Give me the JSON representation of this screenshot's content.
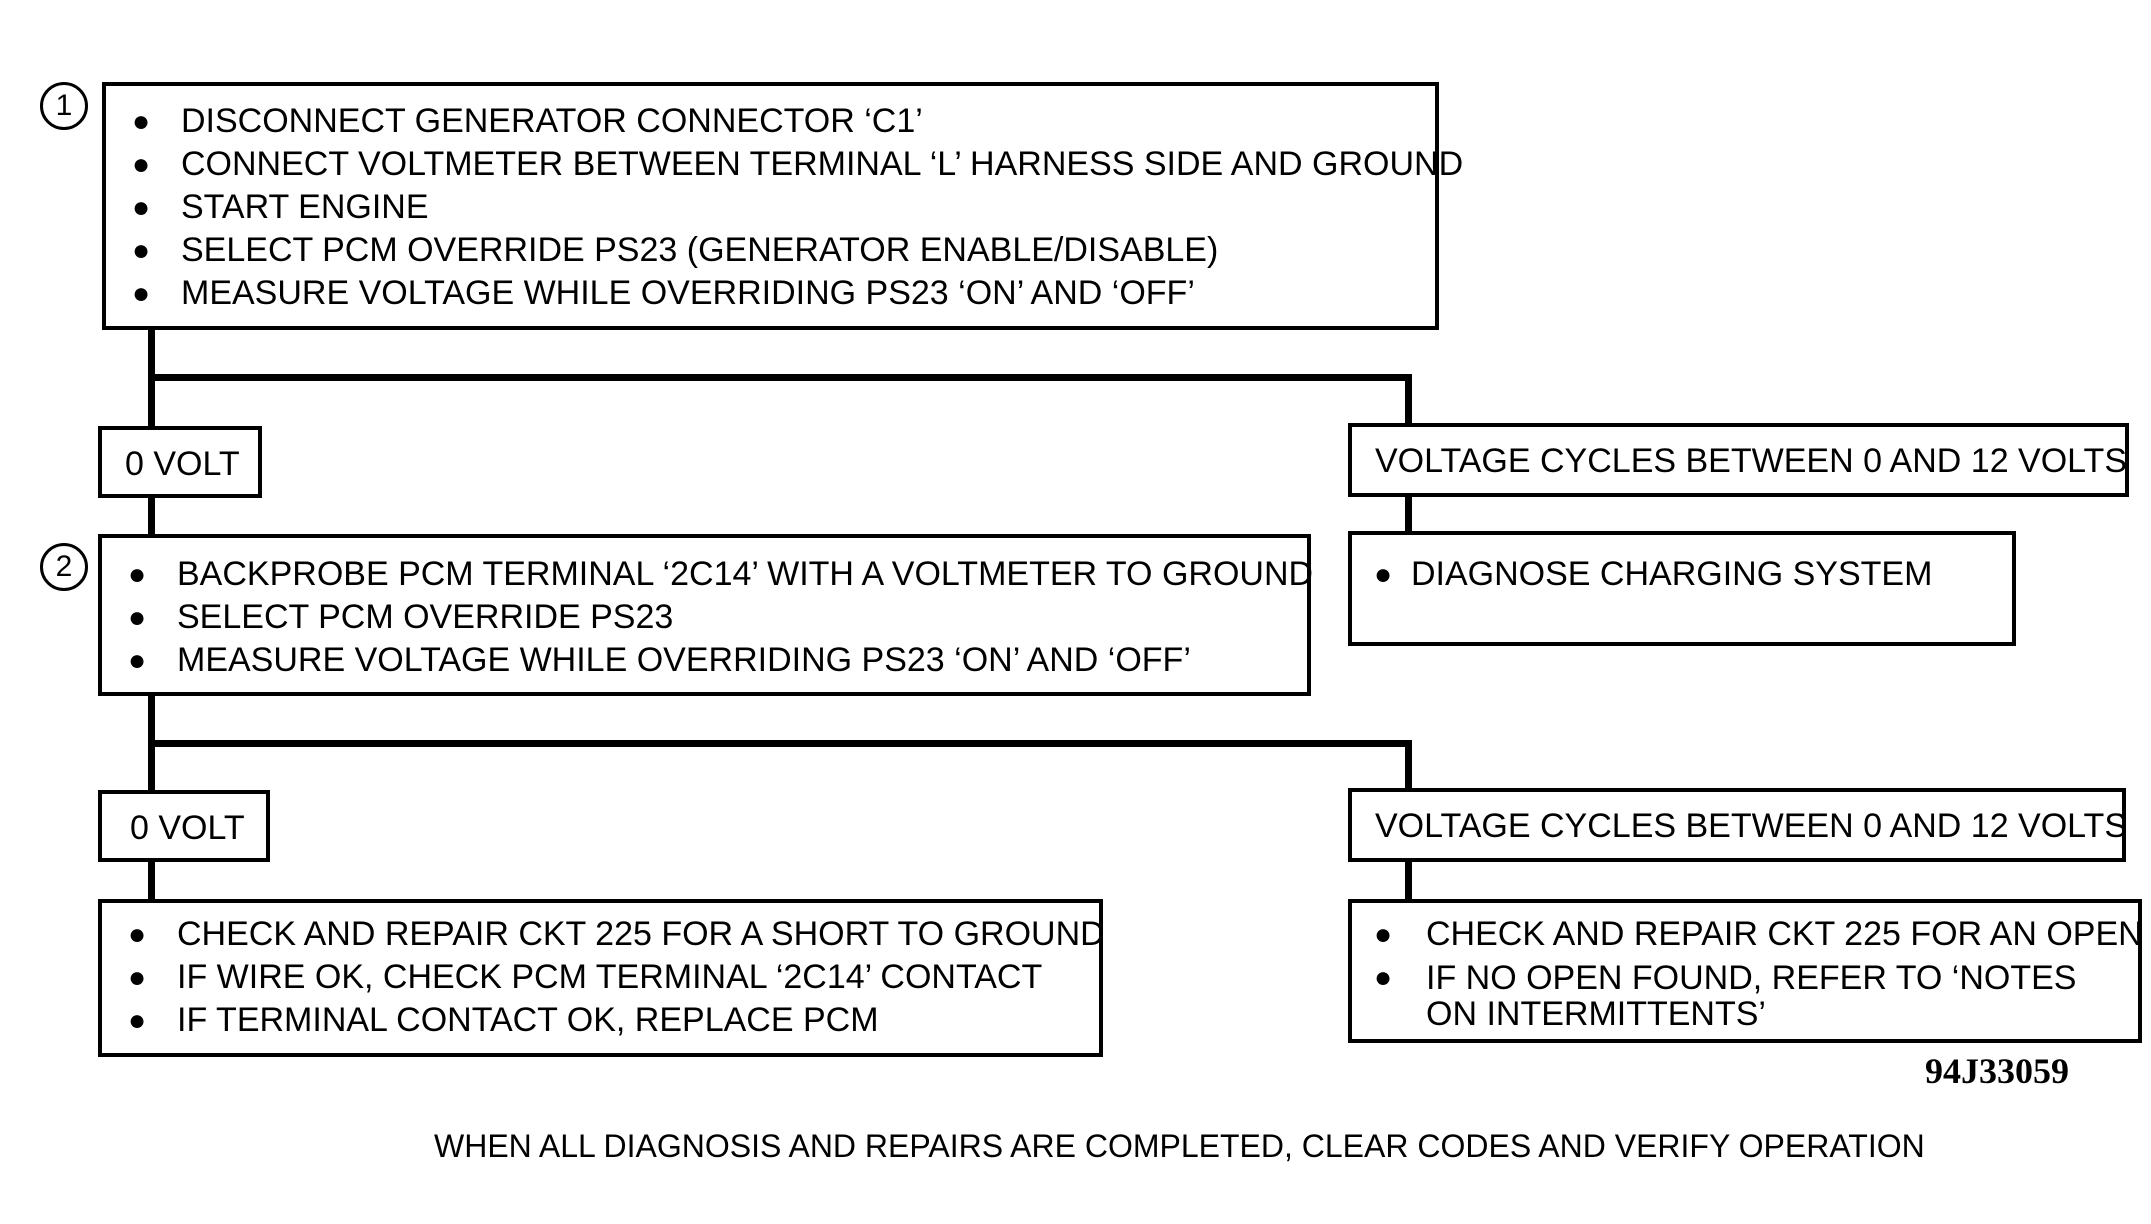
{
  "steps": [
    {
      "number": "1",
      "items": [
        "DISCONNECT GENERATOR CONNECTOR ‘C1’",
        "CONNECT VOLTMETER BETWEEN TERMINAL ‘L’ HARNESS SIDE AND GROUND",
        "START ENGINE",
        "SELECT PCM OVERRIDE PS23 (GENERATOR ENABLE/DISABLE)",
        "MEASURE VOLTAGE WHILE OVERRIDING PS23 ‘ON’ AND ‘OFF’"
      ],
      "left_result": "0 VOLT",
      "right_result": "VOLTAGE CYCLES BETWEEN 0 AND 12 VOLTS",
      "right_action": [
        "DIAGNOSE CHARGING SYSTEM"
      ]
    },
    {
      "number": "2",
      "items": [
        "BACKPROBE PCM TERMINAL ‘2C14’ WITH A VOLTMETER TO GROUND",
        "SELECT PCM OVERRIDE PS23",
        "MEASURE VOLTAGE WHILE OVERRIDING PS23 ‘ON’ AND ‘OFF’"
      ],
      "left_result": "0 VOLT",
      "right_result": "VOLTAGE CYCLES BETWEEN 0 AND 12 VOLTS",
      "left_action": [
        "CHECK AND REPAIR CKT 225 FOR A SHORT TO GROUND",
        "IF WIRE OK, CHECK PCM TERMINAL ‘2C14’ CONTACT",
        "IF TERMINAL CONTACT OK, REPLACE PCM"
      ],
      "right_action": [
        "CHECK AND REPAIR CKT 225 FOR AN OPEN",
        "IF NO OPEN FOUND, REFER TO ‘NOTES ON INTERMITTENTS’"
      ]
    }
  ],
  "bullet_glyph": "●",
  "figure_id": "94J33059",
  "footer": "WHEN ALL DIAGNOSIS AND REPAIRS ARE COMPLETED, CLEAR CODES AND VERIFY OPERATION"
}
